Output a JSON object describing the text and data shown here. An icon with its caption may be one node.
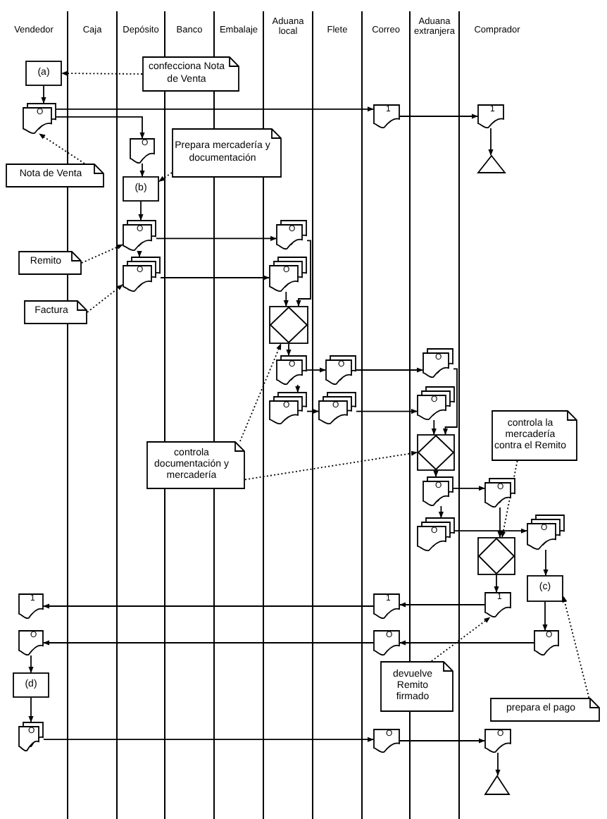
{
  "diagram": {
    "nodes": [
      {
        "text": [
          "(a)"
        ]
      },
      {
        "text": [
          "confecciona Nota de Venta"
        ]
      },
      {
        "text": [
          "O"
        ]
      },
      {
        "text": [
          "Nota de Venta"
        ]
      },
      {
        "text": [
          "1"
        ]
      },
      {
        "text": [
          "1"
        ]
      },
      {
        "text": [],
        "shape": "triangle"
      },
      {
        "text": [
          "O"
        ]
      },
      {
        "text": [
          "Prepara mercadería y documentación"
        ]
      },
      {
        "text": [
          "(b)"
        ]
      },
      {
        "text": [
          "O"
        ]
      },
      {
        "text": [
          "Remito"
        ]
      },
      {
        "text": [
          "O"
        ]
      },
      {
        "text": [
          "Factura"
        ]
      },
      {
        "text": [
          "O"
        ]
      },
      {
        "text": [
          "O"
        ]
      },
      {
        "text": [],
        "shape": "diamond"
      },
      {
        "text": [
          "O"
        ]
      },
      {
        "text": [
          "O"
        ]
      },
      {
        "text": [
          "O"
        ]
      },
      {
        "text": [
          "O"
        ]
      },
      {
        "text": [
          "O"
        ]
      },
      {
        "text": [
          "O"
        ]
      },
      {
        "text": [
          "controla documentación y mercadería"
        ]
      },
      {
        "text": [],
        "shape": "diamond"
      },
      {
        "text": [
          "O"
        ]
      },
      {
        "text": [
          "O"
        ]
      },
      {
        "text": [
          "O"
        ]
      },
      {
        "text": [
          "controla la mercadería contra el Remito"
        ]
      },
      {
        "text": [],
        "shape": "diamond"
      },
      {
        "text": [
          "O"
        ]
      },
      {
        "text": [
          "(c)"
        ]
      },
      {
        "text": [
          "1"
        ]
      },
      {
        "text": [
          "1"
        ]
      },
      {
        "text": [
          "1"
        ]
      },
      {
        "text": [
          "devuelve Remito firmado"
        ]
      },
      {
        "text": [
          "O"
        ]
      },
      {
        "text": [
          "O"
        ]
      },
      {
        "text": [
          "O"
        ]
      },
      {
        "text": [
          "prepara el pago"
        ]
      },
      {
        "text": [
          "(d)"
        ]
      },
      {
        "text": [
          "O"
        ]
      },
      {
        "text": [
          "O"
        ]
      },
      {
        "text": [
          "O"
        ]
      },
      {
        "text": [],
        "shape": "triangle"
      }
    ],
    "edges": [
      {
        "from": 0,
        "to": 2,
        "arrow": "to"
      },
      {
        "from": 1,
        "to": 0,
        "arrow": "to",
        "style": "dashed"
      },
      {
        "from": 2,
        "to": 4,
        "arrow": "to"
      },
      {
        "from": 4,
        "to": 5,
        "arrow": "to"
      },
      {
        "from": 5,
        "to": 6,
        "arrow": "to"
      },
      {
        "from": 2,
        "to": 7,
        "arrow": "to"
      },
      {
        "from": 3,
        "to": 2,
        "arrow": "to",
        "style": "dashed"
      },
      {
        "from": 7,
        "to": 9,
        "arrow": "to"
      },
      {
        "from": 8,
        "to": 9,
        "arrow": "to",
        "style": "dashed"
      },
      {
        "from": 9,
        "to": 10,
        "arrow": "to"
      },
      {
        "from": 10,
        "to": 12,
        "arrow": "to"
      },
      {
        "from": 11,
        "to": 10,
        "arrow": "to",
        "style": "dashed"
      },
      {
        "from": 13,
        "to": 12,
        "arrow": "to",
        "style": "dashed"
      },
      {
        "from": 10,
        "to": 14,
        "arrow": "to"
      },
      {
        "from": 12,
        "to": 15,
        "arrow": "to"
      },
      {
        "from": 14,
        "to": 16,
        "arrow": "to"
      },
      {
        "from": 15,
        "to": 16,
        "arrow": "to"
      },
      {
        "from": 16,
        "to": 17,
        "arrow": "to"
      },
      {
        "from": 17,
        "to": 18,
        "arrow": "to"
      },
      {
        "from": 18,
        "to": 19,
        "arrow": "to"
      },
      {
        "from": 17,
        "to": 20,
        "arrow": "to"
      },
      {
        "from": 20,
        "to": 21,
        "arrow": "to"
      },
      {
        "from": 21,
        "to": 22,
        "arrow": "to"
      },
      {
        "from": 19,
        "to": 24,
        "arrow": "to"
      },
      {
        "from": 22,
        "to": 24,
        "arrow": "to"
      },
      {
        "from": 23,
        "to": 16,
        "arrow": "to",
        "style": "dashed"
      },
      {
        "from": 23,
        "to": 24,
        "arrow": "to",
        "style": "dashed"
      },
      {
        "from": 24,
        "to": 25,
        "arrow": "to"
      },
      {
        "from": 25,
        "to": 26,
        "arrow": "to"
      },
      {
        "from": 25,
        "to": 27,
        "arrow": "to"
      },
      {
        "from": 27,
        "to": 30,
        "arrow": "to"
      },
      {
        "from": 26,
        "to": 29,
        "arrow": "to"
      },
      {
        "from": 28,
        "to": 29,
        "arrow": "to",
        "style": "dashed"
      },
      {
        "from": 30,
        "to": 31,
        "arrow": "to"
      },
      {
        "from": 29,
        "to": 34,
        "arrow": "to"
      },
      {
        "from": 34,
        "to": 33,
        "arrow": "to"
      },
      {
        "from": 33,
        "to": 32,
        "arrow": "to"
      },
      {
        "from": 35,
        "to": 34,
        "arrow": "to",
        "style": "dashed"
      },
      {
        "from": 31,
        "to": 38,
        "arrow": "to"
      },
      {
        "from": 38,
        "to": 37,
        "arrow": "to"
      },
      {
        "from": 37,
        "to": 36,
        "arrow": "to"
      },
      {
        "from": 39,
        "to": 31,
        "arrow": "to",
        "style": "dashed"
      },
      {
        "from": 36,
        "to": 40,
        "arrow": "to"
      },
      {
        "from": 40,
        "to": 41,
        "arrow": "to"
      },
      {
        "from": 41,
        "to": 42,
        "arrow": "to"
      },
      {
        "from": 42,
        "to": 43,
        "arrow": "to"
      },
      {
        "from": 43,
        "to": 44,
        "arrow": "to"
      }
    ],
    "labels": [
      "Vendedor",
      "Caja",
      "Depósito",
      "Banco",
      "Embalaje",
      "Aduana local",
      "Flete",
      "Correo",
      "Aduana extranjera",
      "Comprador"
    ]
  }
}
